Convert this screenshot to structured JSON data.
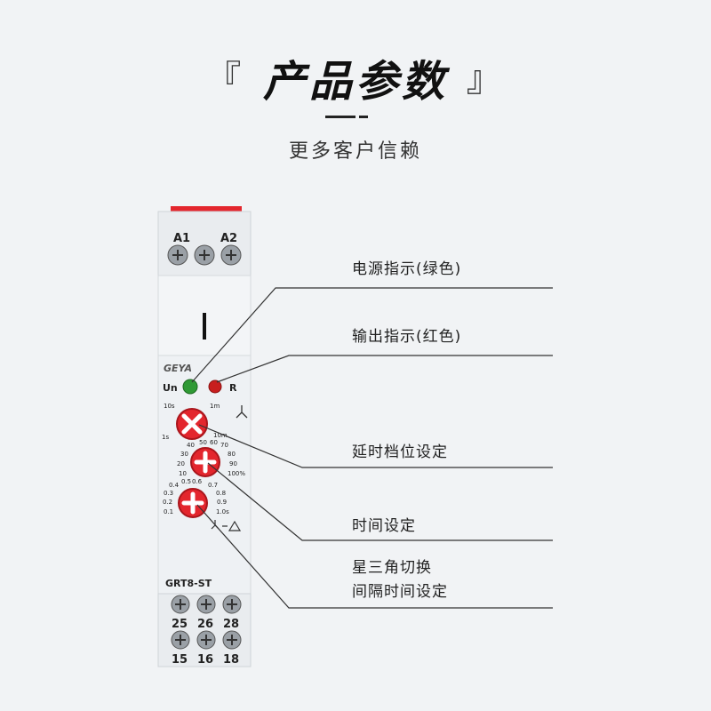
{
  "header": {
    "bracket_open": "『",
    "title": "产品参数",
    "bracket_close": "』",
    "subtitle": "更多客户信赖"
  },
  "labels": {
    "power_indicator": "电源指示(绿色)",
    "output_indicator": "输出指示(红色)",
    "delay_range": "延时档位设定",
    "time_setting": "时间设定",
    "star_delta_line1": "星三角切换",
    "star_delta_line2": "间隔时间设定"
  },
  "device": {
    "terminal_top_left": "A1",
    "terminal_top_right": "A2",
    "brand": "GEYA",
    "led_un": "Un",
    "led_r": "R",
    "model": "GRT8-ST",
    "range_marks": [
      "10s",
      "1m",
      "1s",
      "10m"
    ],
    "time_marks": [
      "40",
      "50",
      "60",
      "70",
      "30",
      "80",
      "20",
      "90",
      "10",
      "100%"
    ],
    "sd_marks": [
      "0.4",
      "0.5",
      "0.6",
      "0.7",
      "0.3",
      "0.8",
      "0.2",
      "0.9",
      "0.1",
      "1.0s"
    ],
    "bottom_row1": [
      "25",
      "26",
      "28"
    ],
    "bottom_row2": [
      "15",
      "16",
      "18"
    ]
  },
  "colors": {
    "background": "#f1f3f5",
    "device_body": "#eceff2",
    "knob": "#e3262d",
    "led_green": "#2f9a35",
    "led_red": "#c81e1e"
  }
}
